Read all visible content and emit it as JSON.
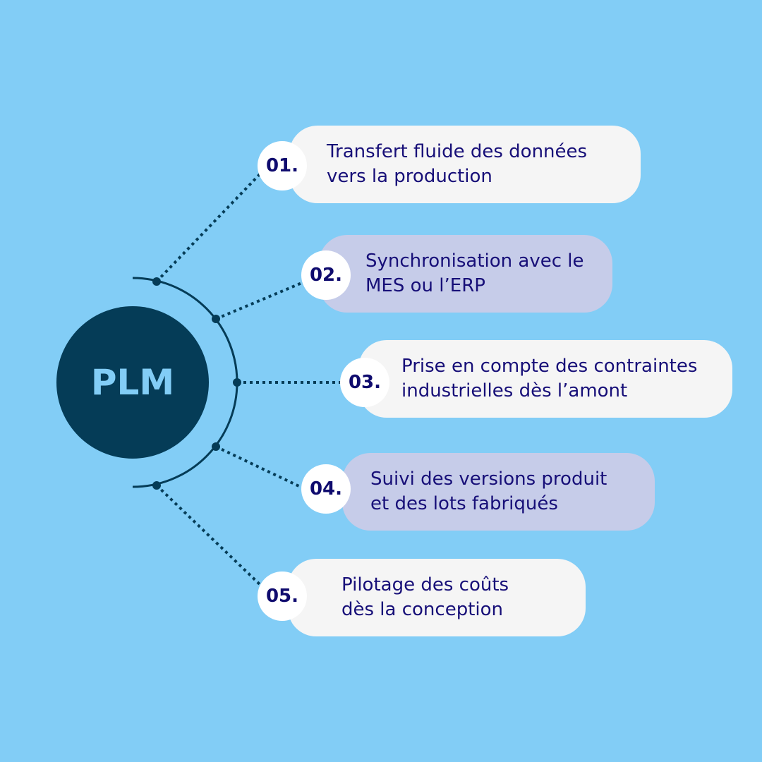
{
  "hub": {
    "label": "PLM"
  },
  "items": [
    {
      "number": "01.",
      "text_line1": "Transfert fluide des données",
      "text_line2": "vers la production"
    },
    {
      "number": "02.",
      "text_line1": "Synchronisation avec le",
      "text_line2": "MES ou l’ERP"
    },
    {
      "number": "03.",
      "text_line1": "Prise en compte des contraintes",
      "text_line2": "industrielles dès l’amont"
    },
    {
      "number": "04.",
      "text_line1": "Suivi des versions produit",
      "text_line2": "et des lots fabriqués"
    },
    {
      "number": "05.",
      "text_line1": "Pilotage des coûts",
      "text_line2": "dès la conception"
    }
  ],
  "colors": {
    "background": "#82cdf6",
    "hub": "#053c57",
    "card_light": "#f5f5f5",
    "card_lavender": "#c6cce9",
    "text": "#170f78"
  }
}
